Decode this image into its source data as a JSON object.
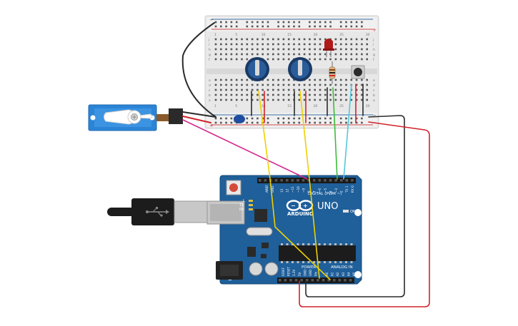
{
  "board": {
    "name": "UNO",
    "brand": "ARDUINO",
    "digital_label": "DIGITAL (PWM ~)",
    "power_label": "POWER",
    "analog_label": "ANALOG IN",
    "on_label": "ON",
    "tx_label": "TX",
    "rx_label": "RX",
    "l_label": "L",
    "aref_label": "AREF",
    "gnd_label": "GND",
    "digital_pins": [
      "13",
      "12",
      "~11",
      "~10",
      "~9",
      "8",
      "7",
      "~6",
      "~5",
      "4",
      "~3",
      "2",
      "TX 1",
      "RX 0"
    ],
    "power_pins": [
      "IOREF",
      "RESET",
      "3.3V",
      "5V",
      "GND",
      "GND",
      "Vin"
    ],
    "analog_pins": [
      "A0",
      "A1",
      "A2",
      "A3",
      "A4",
      "A5"
    ]
  },
  "breadboard": {
    "col_numbers": [
      "1",
      "",
      "",
      "",
      "5",
      "",
      "",
      "",
      "",
      "10",
      "",
      "",
      "",
      "",
      "15",
      "",
      "",
      "",
      "",
      "20",
      "",
      "",
      "",
      "",
      "25",
      "",
      "",
      "",
      "",
      "30"
    ],
    "row_letters_top": [
      "j",
      "i",
      "h",
      "g",
      "f"
    ],
    "row_letters_bottom": [
      "e",
      "d",
      "c",
      "b",
      "a"
    ],
    "rail_plus": "+",
    "rail_minus": "−"
  },
  "components": [
    "servo",
    "potentiometer",
    "potentiometer",
    "red-led",
    "resistor",
    "pushbutton",
    "capacitor",
    "usb-cable"
  ],
  "colors": {
    "wire_black": "#2b2b2b",
    "wire_red": "#d1232a",
    "wire_yellow": "#f0d000",
    "wire_green": "#3dbb3d",
    "wire_cyan": "#55c8d8",
    "wire_magenta": "#d2288f",
    "board_blue": "#1f5f9a",
    "servo_blue": "#2b84d6"
  }
}
